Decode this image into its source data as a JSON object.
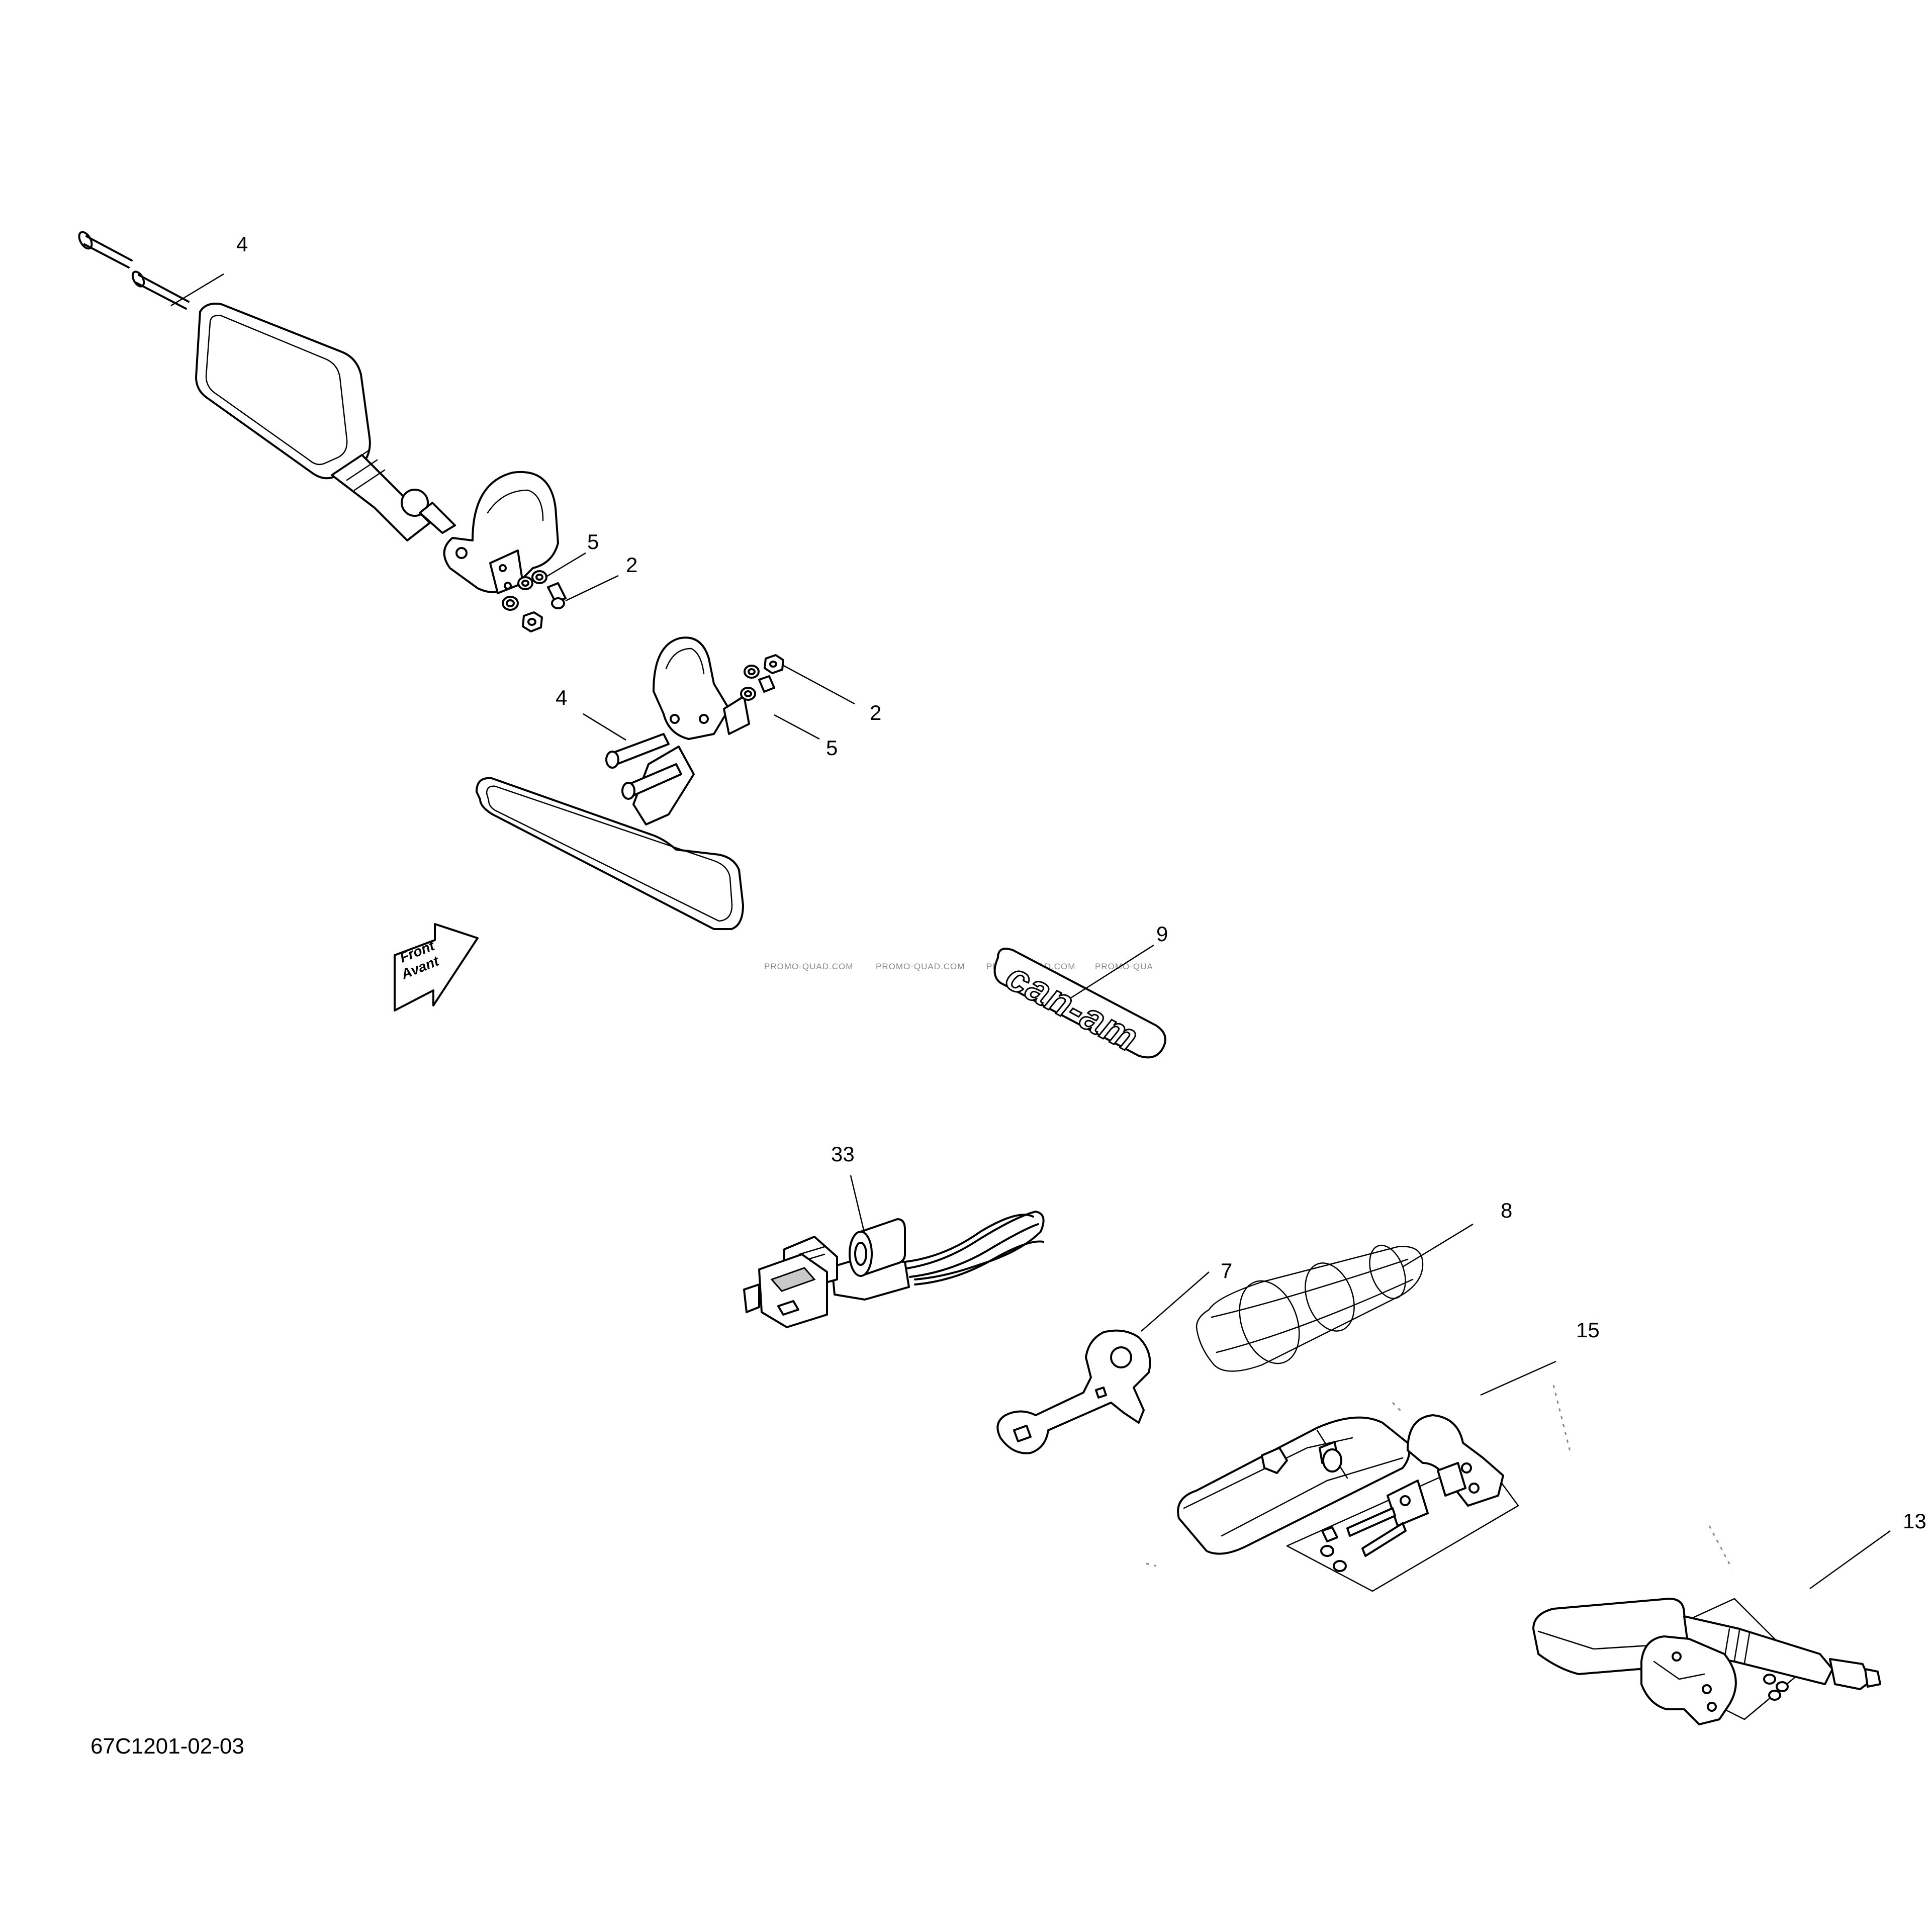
{
  "drawing_number": "67C1201-02-03",
  "callouts": {
    "c4_top": "4",
    "c5_top": "5",
    "c2_top": "2",
    "c2_mid": "2",
    "c4_mid": "4",
    "c5_mid": "5",
    "c9": "9",
    "c33": "33",
    "c8": "8",
    "c7": "7",
    "c15": "15",
    "c13": "13"
  },
  "front_arrow": {
    "line1": "Front",
    "line2": "Avant"
  },
  "badge_text": "can-am",
  "watermark": [
    "PROMO-QUAD.COM",
    "PROMO-QUAD.COM",
    "PROMO-QUAD.COM",
    "PROMO-QUA"
  ],
  "colors": {
    "line": "#000000",
    "background": "#ffffff",
    "watermark": "#8a8a8a"
  }
}
